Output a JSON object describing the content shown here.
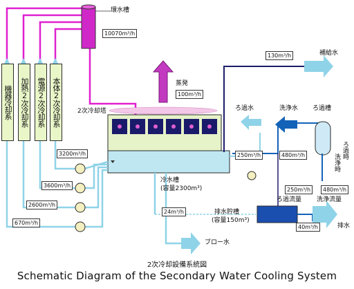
{
  "equipment_labels": [
    "機器冷却系",
    "加熱2次冷却系",
    "電源2次冷却系",
    "本体2次冷却系"
  ],
  "tank_label": "環水槽",
  "flow_tank": "10070m³/h",
  "flow_makeup": "130m³/h",
  "makeup_label": "補給水",
  "evap_label": "蒸発",
  "flow_evap": "100m³/h",
  "tower_label": "2次冷却塔",
  "filtered_label": "ろ過水",
  "wash_label": "洗浄水",
  "filter_tank_label": "ろ過槽",
  "filter_time": "ろ過時",
  "wash_time": "洗浄時",
  "flows_pumps": [
    "3200m³/h",
    "3600m³/h",
    "2600m³/h",
    "670m³/h"
  ],
  "flow_250a": "250m³/h",
  "flow_480a": "480m³/h",
  "cold_tank_label": "冷水槽",
  "cold_tank_cap": "(容量2300m³)",
  "flow_250b": "250m³/h",
  "flow_480b": "480m³/h",
  "filter_flow_label": "ろ過流量",
  "wash_flow_label": "洗浄流量",
  "flow_24": "24m³/h",
  "drain_tank_label": "排水貯槽",
  "drain_tank_cap": "(容量150m³)",
  "flow_40": "40m³/h",
  "drain_label": "排水",
  "blow_label": "ブロー水",
  "caption_jp": "2次冷却設備系統図",
  "caption_en": "Schematic Diagram of the Secondary Water Cooling System",
  "colors": {
    "magenta": "#e020d0",
    "cyan": "#8fd3e8",
    "navy": "#1c1c6a",
    "blue": "#1262b8",
    "water": "#bfe7f2"
  }
}
